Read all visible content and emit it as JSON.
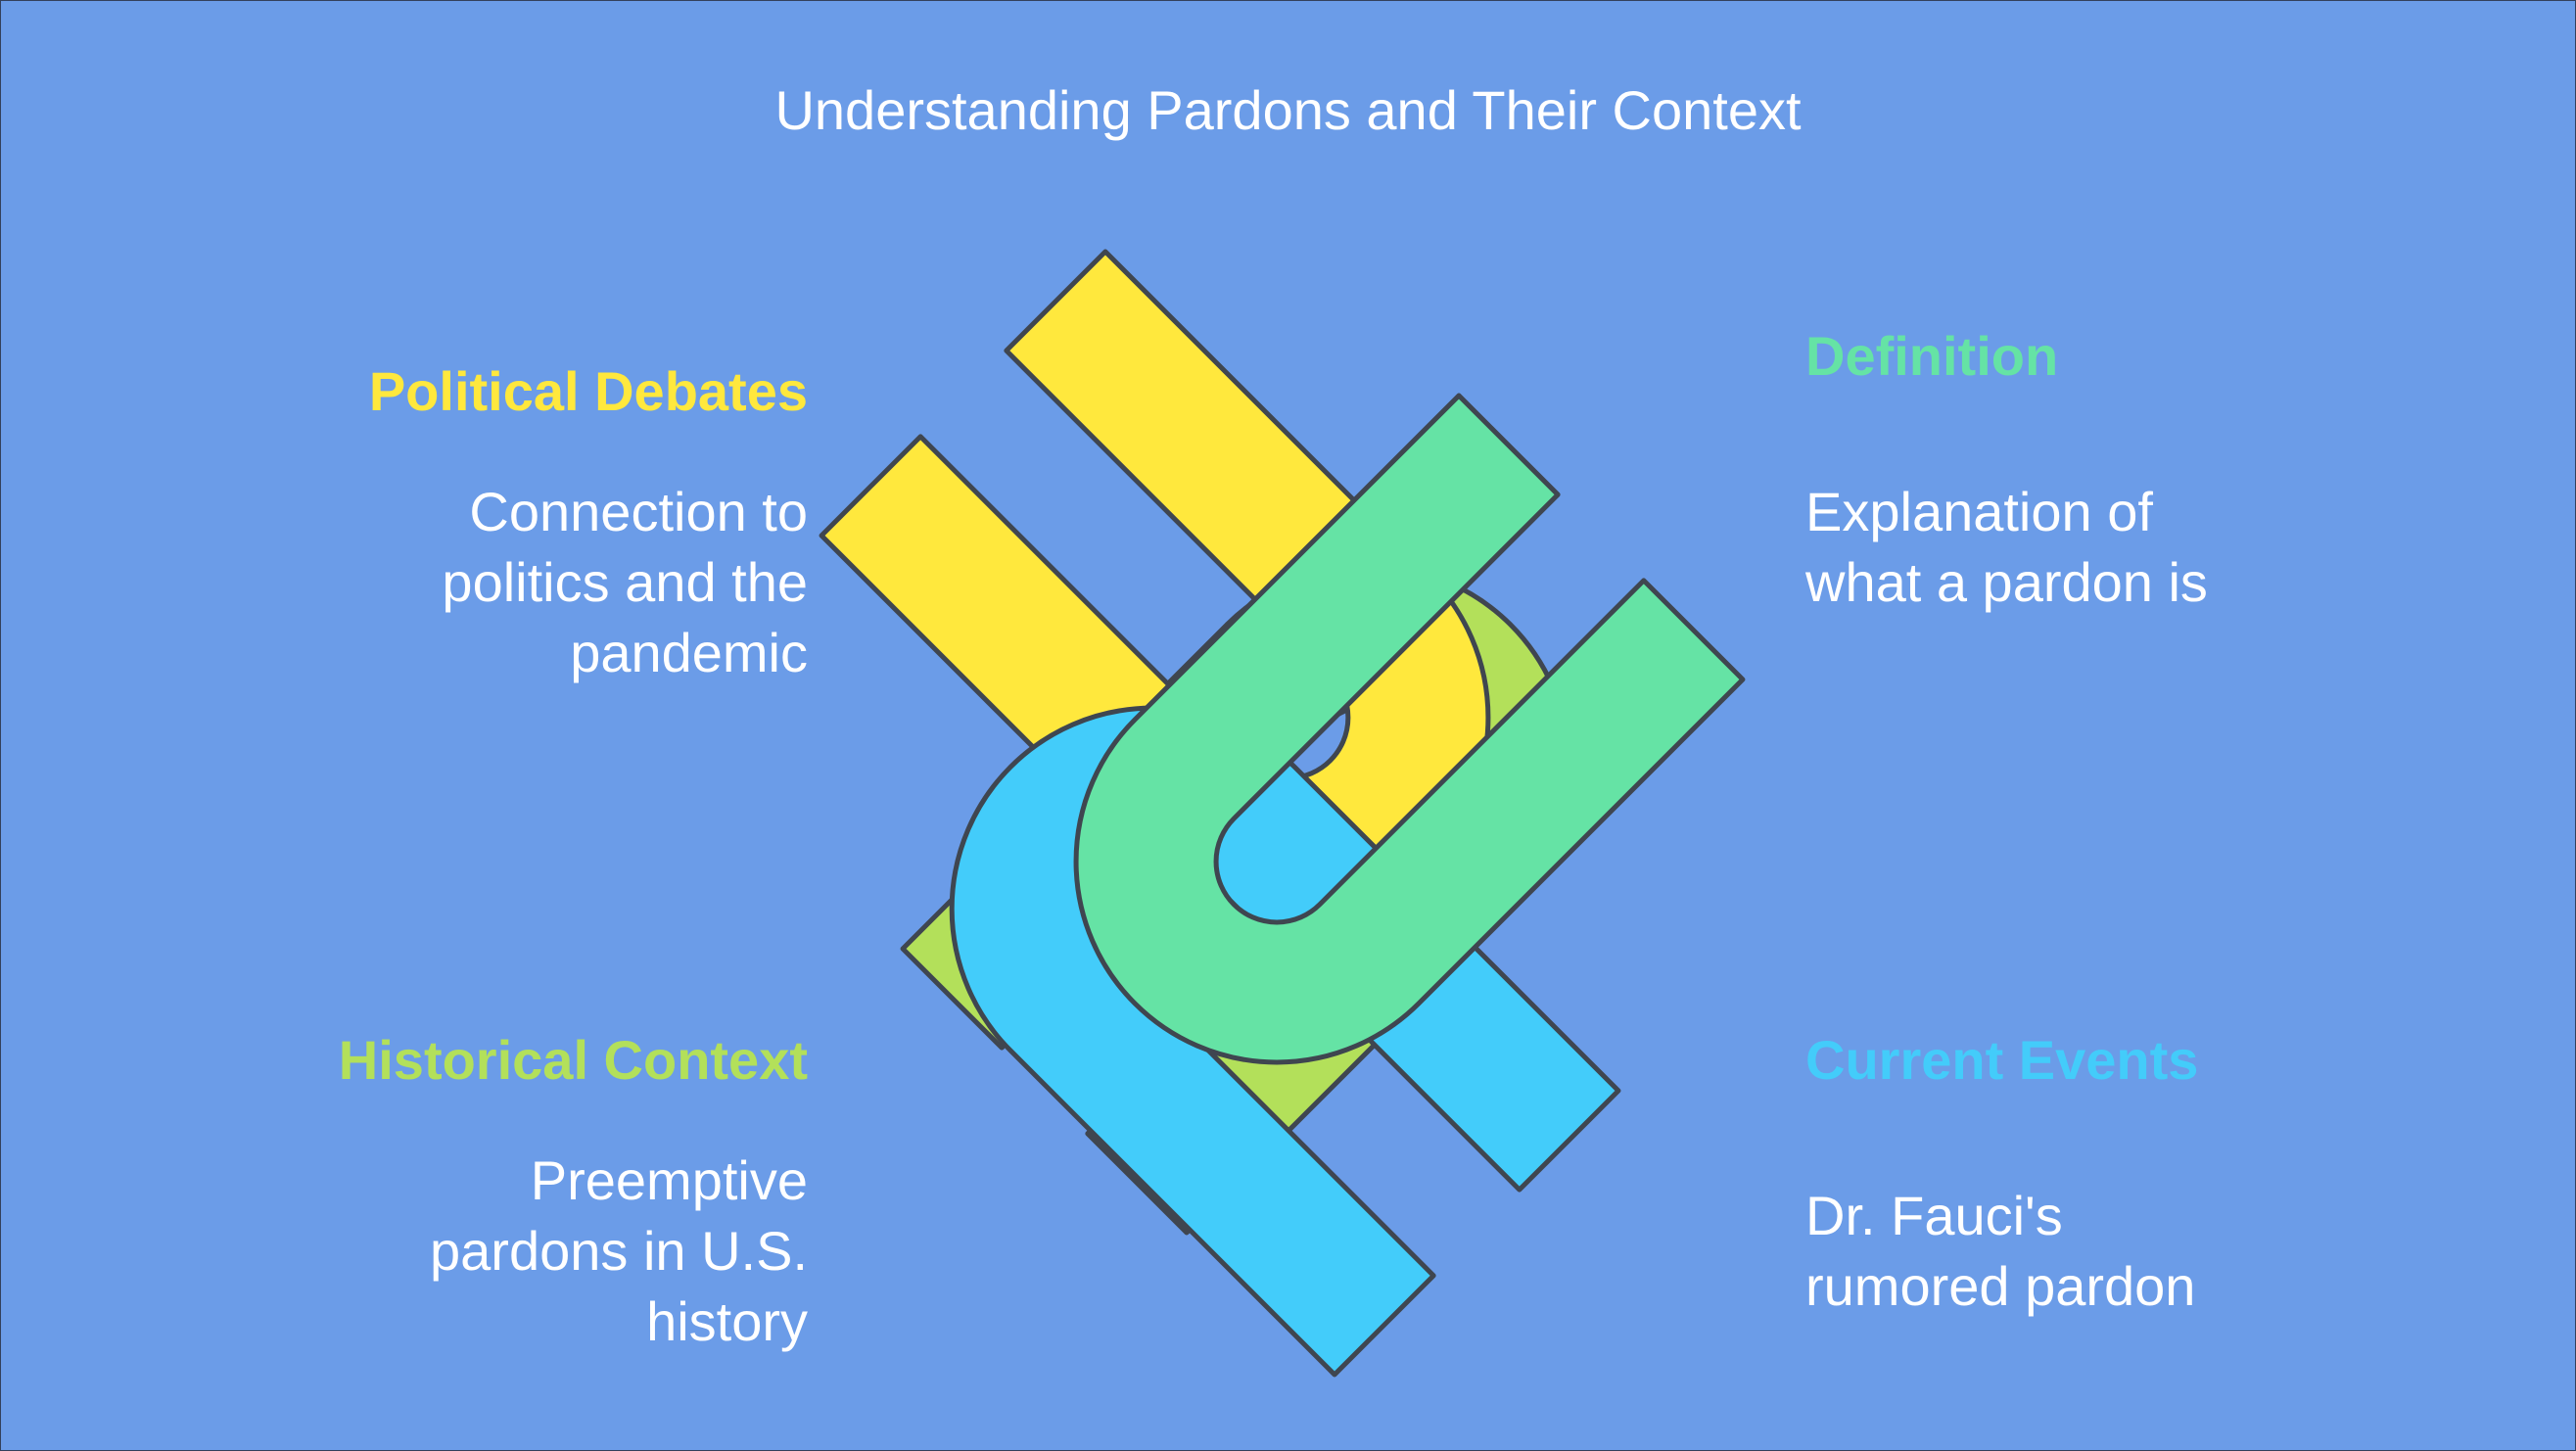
{
  "title": "Understanding Pardons and Their Context",
  "colors": {
    "background": "#6b9ce8",
    "outline": "#3f4650",
    "yellow": "#ffe83d",
    "green": "#65e3a5",
    "lime": "#b3e05a",
    "cyan": "#43ccfa"
  },
  "sections": {
    "political": {
      "heading": "Political Debates",
      "desc_lines": [
        "Connection to",
        "politics and the",
        "pandemic"
      ]
    },
    "definition": {
      "heading": "Definition",
      "desc_lines": [
        "Explanation of",
        "what a pardon is"
      ]
    },
    "historical": {
      "heading": "Historical Context",
      "desc_lines": [
        "Preemptive",
        "pardons in U.S.",
        "history"
      ]
    },
    "current": {
      "heading": "Current Events",
      "desc_lines": [
        "Dr. Fauci's",
        "rumored pardon"
      ]
    }
  }
}
